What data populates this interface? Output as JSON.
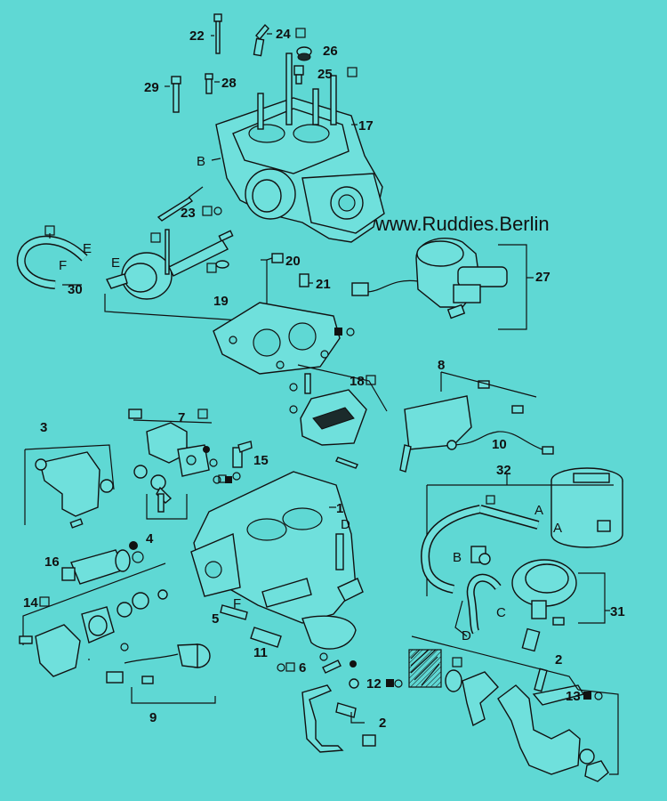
{
  "watermark": "www.Ruddies.Berlin",
  "callouts": [
    {
      "id": "c22",
      "text": "22"
    },
    {
      "id": "c24",
      "text": "24"
    },
    {
      "id": "c26",
      "text": "26"
    },
    {
      "id": "c25",
      "text": "25"
    },
    {
      "id": "c29",
      "text": "29"
    },
    {
      "id": "c28",
      "text": "28"
    },
    {
      "id": "c17",
      "text": "17"
    },
    {
      "id": "c23",
      "text": "23"
    },
    {
      "id": "c30",
      "text": "30"
    },
    {
      "id": "c19",
      "text": "19"
    },
    {
      "id": "c20",
      "text": "20"
    },
    {
      "id": "c21",
      "text": "21"
    },
    {
      "id": "c27",
      "text": "27"
    },
    {
      "id": "c8",
      "text": "8"
    },
    {
      "id": "c18",
      "text": "18"
    },
    {
      "id": "c10",
      "text": "10"
    },
    {
      "id": "c3",
      "text": "3"
    },
    {
      "id": "c7",
      "text": "7"
    },
    {
      "id": "c4",
      "text": "4"
    },
    {
      "id": "c15",
      "text": "15"
    },
    {
      "id": "c1",
      "text": "1"
    },
    {
      "id": "c32",
      "text": "32"
    },
    {
      "id": "c16",
      "text": "16"
    },
    {
      "id": "c14",
      "text": "14"
    },
    {
      "id": "c5",
      "text": "5"
    },
    {
      "id": "c11",
      "text": "11"
    },
    {
      "id": "c31",
      "text": "31"
    },
    {
      "id": "c6",
      "text": "6"
    },
    {
      "id": "c12",
      "text": "12"
    },
    {
      "id": "c9",
      "text": "9"
    },
    {
      "id": "c2a",
      "text": "2"
    },
    {
      "id": "c2b",
      "text": "2"
    },
    {
      "id": "c13",
      "text": "13"
    }
  ],
  "letters": [
    {
      "id": "lB1",
      "text": "B"
    },
    {
      "id": "lE1",
      "text": "E"
    },
    {
      "id": "lF1",
      "text": "F"
    },
    {
      "id": "lE2",
      "text": "E"
    },
    {
      "id": "lD1",
      "text": "D"
    },
    {
      "id": "lF2",
      "text": "F"
    },
    {
      "id": "lA1",
      "text": "A"
    },
    {
      "id": "lA2",
      "text": "A"
    },
    {
      "id": "lB2",
      "text": "B"
    },
    {
      "id": "lC1",
      "text": "C"
    },
    {
      "id": "lD2",
      "text": "D"
    }
  ]
}
